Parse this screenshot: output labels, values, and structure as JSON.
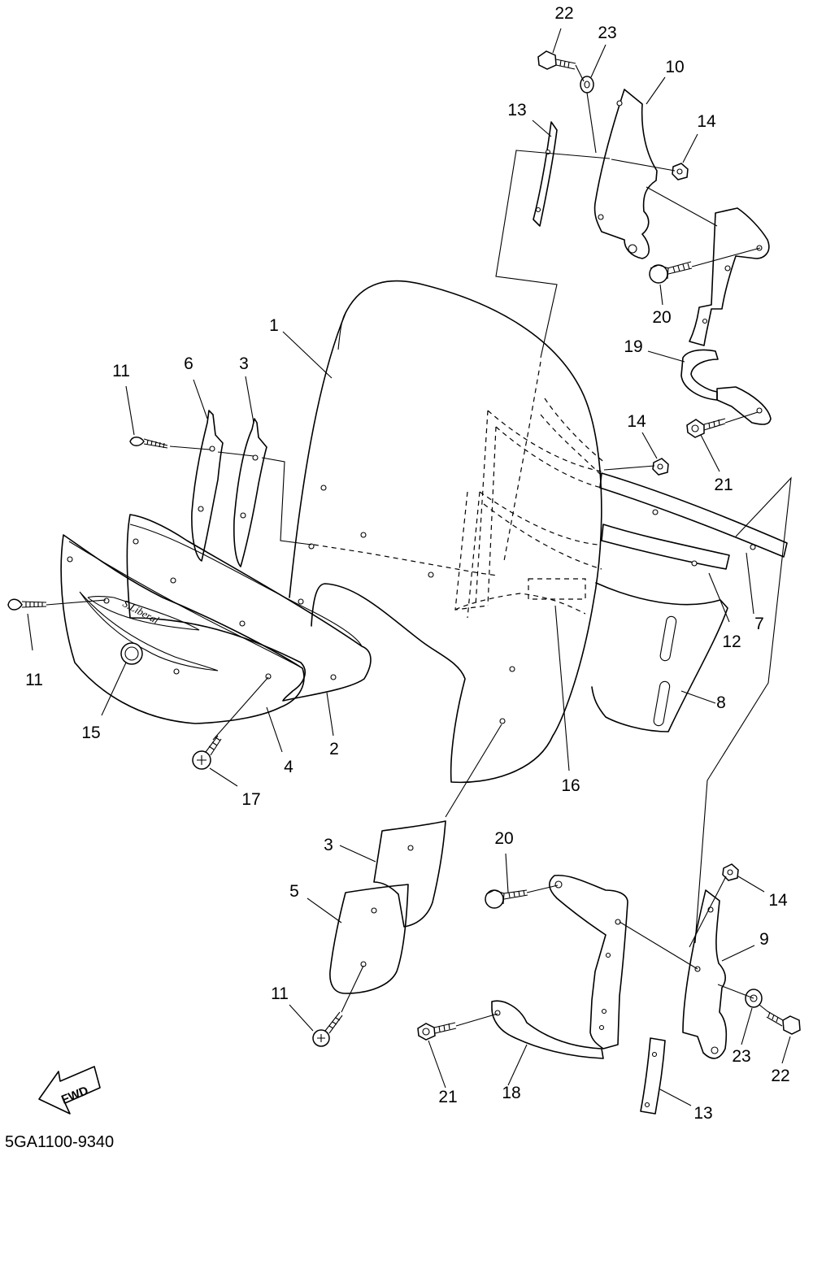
{
  "diagram": {
    "code": "5GA1100-9340",
    "fwd_label": "FWD",
    "emblem_text": "S.Liberal",
    "labels": [
      {
        "id": "1",
        "text": "1"
      },
      {
        "id": "2",
        "text": "2"
      },
      {
        "id": "3a",
        "text": "3"
      },
      {
        "id": "3b",
        "text": "3"
      },
      {
        "id": "4",
        "text": "4"
      },
      {
        "id": "5",
        "text": "5"
      },
      {
        "id": "6",
        "text": "6"
      },
      {
        "id": "7",
        "text": "7"
      },
      {
        "id": "8",
        "text": "8"
      },
      {
        "id": "9",
        "text": "9"
      },
      {
        "id": "10",
        "text": "10"
      },
      {
        "id": "11a",
        "text": "11"
      },
      {
        "id": "11b",
        "text": "11"
      },
      {
        "id": "11c",
        "text": "11"
      },
      {
        "id": "12",
        "text": "12"
      },
      {
        "id": "13a",
        "text": "13"
      },
      {
        "id": "13b",
        "text": "13"
      },
      {
        "id": "14a",
        "text": "14"
      },
      {
        "id": "14b",
        "text": "14"
      },
      {
        "id": "14c",
        "text": "14"
      },
      {
        "id": "15",
        "text": "15"
      },
      {
        "id": "16",
        "text": "16"
      },
      {
        "id": "17",
        "text": "17"
      },
      {
        "id": "18",
        "text": "18"
      },
      {
        "id": "19",
        "text": "19"
      },
      {
        "id": "20a",
        "text": "20"
      },
      {
        "id": "20b",
        "text": "20"
      },
      {
        "id": "21a",
        "text": "21"
      },
      {
        "id": "21b",
        "text": "21"
      },
      {
        "id": "22a",
        "text": "22"
      },
      {
        "id": "22b",
        "text": "22"
      },
      {
        "id": "23a",
        "text": "23"
      },
      {
        "id": "23b",
        "text": "23"
      }
    ]
  }
}
